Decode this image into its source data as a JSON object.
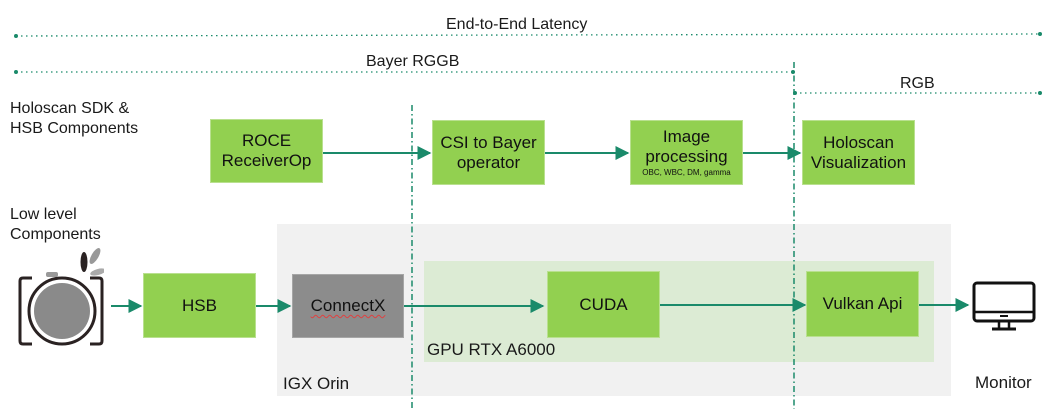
{
  "colors": {
    "accent_green": "#92d050",
    "connector_teal": "#1a8a6a",
    "gray_box": "#8c8c8c",
    "igx_region": "#f1f1f1",
    "gpu_region": "#dcebd4"
  },
  "spans": {
    "end_to_end": "End-to-End Latency",
    "bayer": "Bayer RGGB",
    "rgb": "RGB"
  },
  "rows": {
    "sdk_label": [
      "Holoscan SDK &",
      "HSB Components"
    ],
    "low_level_label": [
      "Low level",
      "Components"
    ]
  },
  "sdk_blocks": {
    "roce": [
      "ROCE",
      "ReceiverOp"
    ],
    "csi": [
      "CSI to Bayer",
      "operator"
    ],
    "image_processing": [
      "Image",
      "processing"
    ],
    "image_processing_sub": "OBC, WBC, DM, gamma",
    "visualization": [
      "Holoscan",
      "Visualization"
    ]
  },
  "low_blocks": {
    "hsb": "HSB",
    "connectx": "ConnectX",
    "cuda": "CUDA",
    "vulkan": "Vulkan Api"
  },
  "regions": {
    "igx": "IGX Orin",
    "gpu": "GPU RTX A6000"
  },
  "devices": {
    "camera_icon": "camera-icon",
    "monitor_icon": "monitor-icon",
    "monitor_label": "Monitor"
  }
}
